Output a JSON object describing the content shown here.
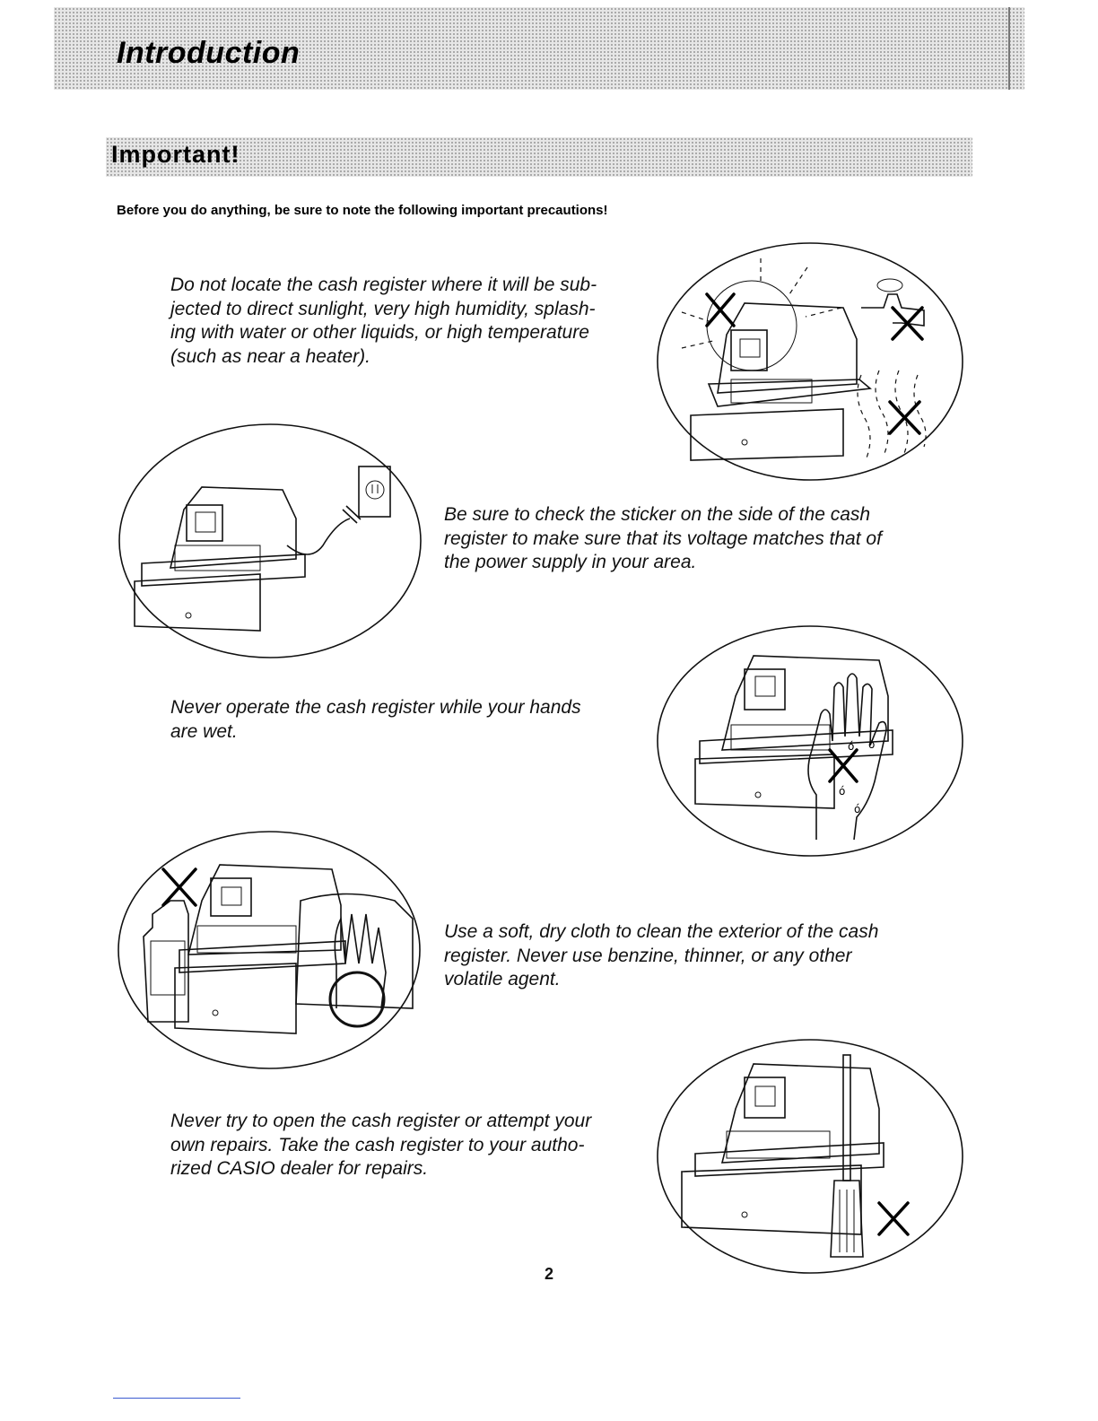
{
  "header": {
    "title": "Introduction"
  },
  "section": {
    "title": "Important!"
  },
  "lead": "Before you do anything, be sure to note the following important precautions!",
  "precautions": [
    {
      "text": "Do not locate the cash register where it will be sub-\njected to direct sunlight, very high humidity, splash-\ning with water or other liquids, or high temperature\n(such as near a heater).",
      "illustration": "register-sunlight-water-humidity-crossed"
    },
    {
      "text": "Be sure to check the sticker on the side of the cash\nregister to make sure that its voltage matches that of\nthe power supply in your area.",
      "illustration": "register-plug-outlet"
    },
    {
      "text": "Never operate the cash register while your hands\nare wet.",
      "illustration": "register-wet-hand-crossed"
    },
    {
      "text": "Use a soft, dry cloth to clean the exterior of the cash\nregister. Never use benzine, thinner, or any other\nvolatile agent.",
      "illustration": "register-cloth-ok-bottle-crossed"
    },
    {
      "text": "Never try to open the cash register or attempt your\nown repairs. Take the cash register to your autho-\nrized CASIO dealer for repairs.",
      "illustration": "register-screwdriver-crossed"
    }
  ],
  "footer": {
    "page_number": "2"
  }
}
